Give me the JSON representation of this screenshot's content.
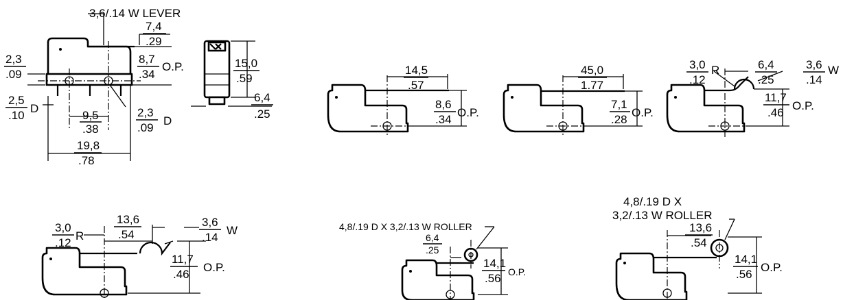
{
  "views": {
    "base": {
      "lever_callout": "3,6/.14 W LEVER",
      "lever_offset": {
        "metric": "7,4",
        "inch": ".29"
      },
      "top_height": {
        "metric": "2,3",
        "inch": ".09"
      },
      "op_height": {
        "metric": "8,7",
        "inch": ".34"
      },
      "op_suffix": "O.P.",
      "hole_dia_left": {
        "metric": "2,5",
        "inch": ".10"
      },
      "hole_dia_left_suffix": "D",
      "hole_spacing": {
        "metric": "9,5",
        "inch": ".38"
      },
      "hole_dia_right": {
        "metric": "2,3",
        "inch": ".09"
      },
      "hole_dia_right_suffix": "D",
      "overall_length": {
        "metric": "19,8",
        "inch": ".78"
      }
    },
    "side": {
      "height": {
        "metric": "15,0",
        "inch": ".59"
      },
      "width": {
        "metric": "6,4",
        "inch": ".25"
      }
    },
    "lever_long": {
      "length": {
        "metric": "14,5",
        "inch": ".57"
      },
      "op": {
        "metric": "8,6",
        "inch": ".34"
      },
      "op_suffix": "O.P."
    },
    "lever_xlong": {
      "length": {
        "metric": "45,0",
        "inch": "1.77"
      },
      "op": {
        "metric": "7,1",
        "inch": ".28"
      },
      "op_suffix": "O.P."
    },
    "sim_roller_a": {
      "radius": {
        "metric": "3,0",
        "inch": ".12"
      },
      "radius_suffix": "R",
      "length": {
        "metric": "6,4",
        "inch": ".25"
      },
      "width": {
        "metric": "3,6",
        "inch": ".14"
      },
      "width_suffix": "W",
      "op": {
        "metric": "11,7",
        "inch": ".46"
      },
      "op_suffix": "O.P."
    },
    "sim_roller_b": {
      "radius": {
        "metric": "3,0",
        "inch": ".12"
      },
      "radius_suffix": "R",
      "length": {
        "metric": "13,6",
        "inch": ".54"
      },
      "width": {
        "metric": "3,6",
        "inch": ".14"
      },
      "width_suffix": "W",
      "op": {
        "metric": "11,7",
        "inch": ".46"
      },
      "op_suffix": "O.P."
    },
    "roller_short": {
      "callout": "4,8/.19 D X 3,2/.13 W ROLLER",
      "length": {
        "metric": "6,4",
        "inch": ".25"
      },
      "op": {
        "metric": "14,1",
        "inch": ".56"
      },
      "op_suffix": "O.P."
    },
    "roller_long": {
      "callout_line1": "4,8/.19 D X",
      "callout_line2": "3,2/.13 W ROLLER",
      "length": {
        "metric": "13,6",
        "inch": ".54"
      },
      "op": {
        "metric": "14,1",
        "inch": ".56"
      },
      "op_suffix": "O.P."
    }
  }
}
